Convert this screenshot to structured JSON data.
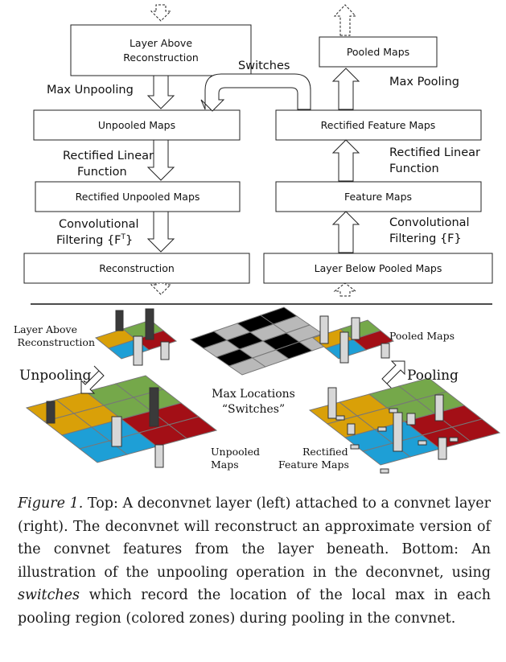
{
  "top": {
    "left_boxes": {
      "layer_above": "Layer Above",
      "reconstruction_line2": "Reconstruction",
      "unpooled": "Unpooled Maps",
      "rect_unpooled": "Rectified Unpooled Maps",
      "reconstruction": "Reconstruction"
    },
    "right_boxes": {
      "pooled": "Pooled Maps",
      "rect_feature": "Rectified Feature Maps",
      "feature": "Feature Maps",
      "layer_below": "Layer Below Pooled Maps"
    },
    "labels": {
      "switches": "Switches",
      "max_unpooling": "Max Unpooling",
      "rlf_left_1": "Rectified Linear",
      "rlf_left_2": "Function",
      "conv_left_1": "Convolutional",
      "conv_left_2": "Filtering {F",
      "conv_left_sup": "T",
      "conv_left_3": "}",
      "max_pooling": "Max Pooling",
      "rlf_right_1": "Rectified Linear",
      "rlf_right_2": "Function",
      "conv_right_1": "Convolutional",
      "conv_right_2": "Filtering {F}"
    }
  },
  "bottom": {
    "layer_above_1": "Layer Above",
    "layer_above_2": "Reconstruction",
    "unpooling": "Unpooling",
    "max_locations_1": "Max Locations",
    "max_locations_2": "“Switches”",
    "unpooled_1": "Unpooled",
    "unpooled_2": "Maps",
    "pooled": "Pooled Maps",
    "pooling": "Pooling",
    "rect_feature_1": "Rectified",
    "rect_feature_2": "Feature Maps"
  },
  "colors": {
    "yellow": "#d9a008",
    "green": "#75a84a",
    "blue": "#1e9fd6",
    "red": "#a30f16",
    "bar_dark": "#3a3a3a",
    "bar_light": "#d7d7d7",
    "switch_black": "#000000",
    "switch_gray": "#b9b9b9"
  },
  "caption": {
    "label": "Figure 1.",
    "text_1": " Top: A deconvnet layer (left) attached to a convnet layer (right). The deconvnet will reconstruct an approximate version of the convnet features from the layer beneath. Bottom: An illustration of the unpooling operation in the deconvnet, using ",
    "switches_word": "switches",
    "text_2": " which record the location of the local max in each pooling region (colored zones) during pooling in the convnet."
  }
}
